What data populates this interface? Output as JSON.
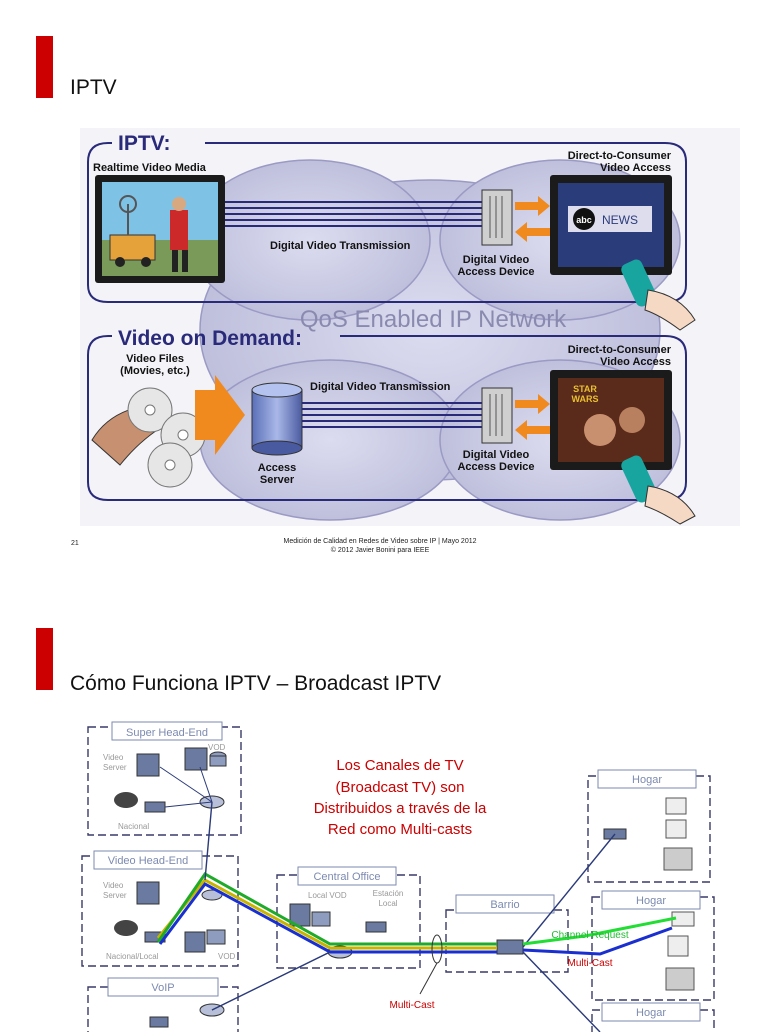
{
  "slide1": {
    "title": "IPTV",
    "diagram": {
      "iptv_label": "IPTV:",
      "realtime_label": "Realtime Video Media",
      "direct_consumer_1": "Direct-to-Consumer",
      "video_access_1": "Video Access",
      "tv_logo_abc": "abc",
      "tv_logo_news": "NEWS",
      "digital_video_transmission_1": "Digital Video Transmission",
      "access_device_1a": "Digital Video",
      "access_device_1b": "Access Device",
      "qos_label": "QoS Enabled IP Network",
      "vod_label": "Video on Demand:",
      "video_files_a": "Video Files",
      "video_files_b": "(Movies, etc.)",
      "direct_consumer_2": "Direct-to-Consumer",
      "video_access_2": "Video Access",
      "digital_video_transmission_2": "Digital Video Transmission",
      "access_server_a": "Access",
      "access_server_b": "Server",
      "access_device_2a": "Digital Video",
      "access_device_2b": "Access Device",
      "tv_logo_star": "STAR",
      "tv_logo_wars": "WARS"
    },
    "footer_line1": "Medición de Calidad en Redes de Video sobre IP | Mayo 2012",
    "footer_line2": "© 2012 Javier Bonini para IEEE",
    "page_number": "21",
    "colors": {
      "accent": "#cc0000",
      "network": "#2a2a7a",
      "arrow": "#f08a1e"
    }
  },
  "slide2": {
    "title": "Cómo Funciona IPTV – Broadcast IPTV",
    "diagram": {
      "super_head_end": "Super Head-End",
      "vod_1": "VOD",
      "video_server_1a": "Video",
      "video_server_1b": "Server",
      "nacional": "Nacional",
      "video_head_end": "Video Head-End",
      "video_server_2a": "Video",
      "video_server_2b": "Server",
      "nacional_local": "Nacional/Local",
      "vod_2": "VOD",
      "voip": "VoIP",
      "central_office": "Central Office",
      "local_vod": "Local VOD",
      "estacion_a": "Estación",
      "estacion_b": "Local",
      "barrio": "Barrio",
      "multicast_bottom": "Multi-Cast",
      "hogar_1": "Hogar",
      "hogar_2": "Hogar",
      "hogar_3": "Hogar",
      "channel_request": "Channel Request",
      "multicast_right": "Multi-Cast",
      "caption_1": "Los Canales de TV",
      "caption_2": "(Broadcast TV) son",
      "caption_3": "Distribuidos a través de la",
      "caption_4": "Red como Multi-casts"
    },
    "colors": {
      "caption": "#cc0000",
      "green": "#1faa2a",
      "blue": "#1a2fd0",
      "yellow": "#c8b400"
    }
  }
}
